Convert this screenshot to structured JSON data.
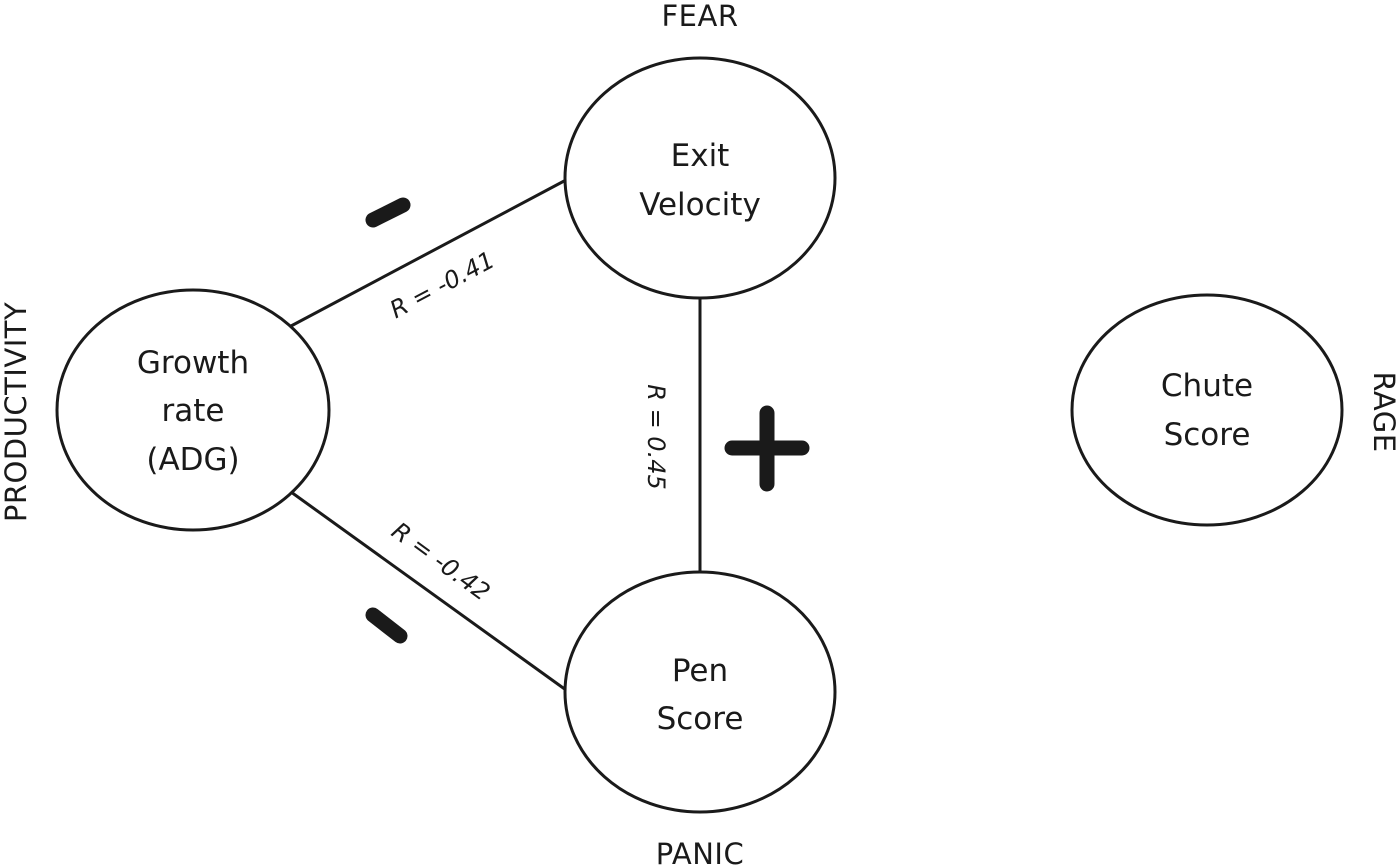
{
  "labels": {
    "fear": "FEAR",
    "panic": "PANIC",
    "productivity": "PRODUCTIVITY",
    "rage": "RAGE"
  },
  "nodes": {
    "exit_velocity": [
      "Exit",
      "Velocity"
    ],
    "growth_rate": [
      "Growth",
      "rate",
      "(ADG)"
    ],
    "pen_score": [
      "Pen",
      "Score"
    ],
    "chute_score": [
      "Chute",
      "Score"
    ]
  },
  "edges": {
    "growth_exit": "R = -0.41",
    "growth_pen": "R = -0.42",
    "exit_pen": "R = 0.45"
  },
  "signs": {
    "growth_exit": "negative",
    "growth_pen": "negative",
    "exit_pen": "positive"
  },
  "colors": {
    "stroke": "#1a1a1a",
    "background": "#ffffff"
  }
}
